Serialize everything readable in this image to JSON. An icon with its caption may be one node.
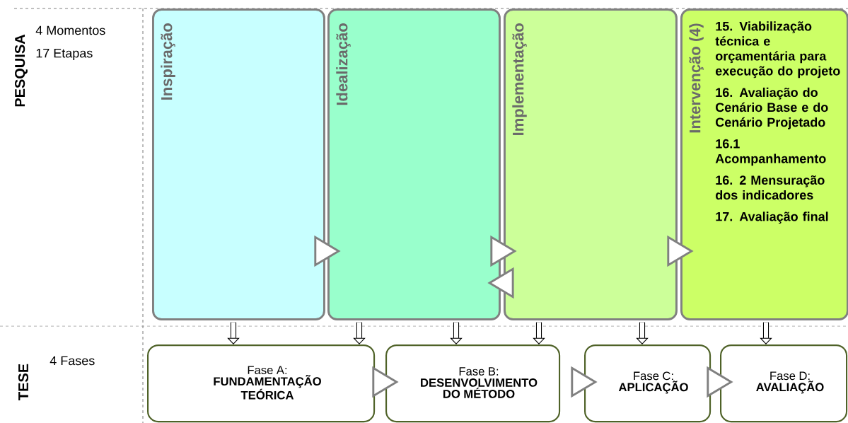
{
  "diagram": {
    "nodes": [
      {
        "text": [
          "Inspiração"
        ]
      },
      {
        "text": [
          "Idealização"
        ]
      },
      {
        "text": [
          "Implementação"
        ]
      },
      {
        "text": [
          "Intervenção (4)",
          "15. Viabilização técnica e orçamentária para execução do projeto",
          "16. Avaliação do Cenário Base e do Cenário Projetado",
          "16.1 Acompanhamento",
          "16. 2 Mensuração dos indicadores",
          "17. Avaliação final"
        ]
      },
      {
        "text": [
          "Fase A:",
          "FUNDAMENTAÇÃO TEÓRICA"
        ]
      },
      {
        "text": [
          "Fase B:",
          "DESENVOLVIMENTO DO MÉTODO"
        ]
      },
      {
        "text": [
          "Fase C:",
          "APLICAÇÃO"
        ]
      },
      {
        "text": [
          "Fase D:",
          "AVALIAÇÃO"
        ]
      }
    ],
    "edges": [
      {
        "from": 0,
        "to": 1,
        "arrow": "to",
        "color": "#808080"
      },
      {
        "from": 1,
        "to": 2,
        "arrow": "to",
        "color": "#808080"
      },
      {
        "from": 2,
        "to": 1,
        "arrow": "to",
        "color": "#808080"
      },
      {
        "from": 2,
        "to": 3,
        "arrow": "to",
        "color": "#808080"
      },
      {
        "from": 0,
        "to": 4,
        "arrow": "to",
        "color": "#000000"
      },
      {
        "from": 1,
        "to": 4,
        "arrow": "to",
        "color": "#000000"
      },
      {
        "from": 1,
        "to": 5,
        "arrow": "to",
        "color": "#000000"
      },
      {
        "from": 2,
        "to": 5,
        "arrow": "to",
        "color": "#000000"
      },
      {
        "from": 2,
        "to": 6,
        "arrow": "to",
        "color": "#000000"
      },
      {
        "from": 3,
        "to": 7,
        "arrow": "to",
        "color": "#000000"
      },
      {
        "from": 4,
        "to": 5,
        "arrow": "to",
        "color": "#808080"
      },
      {
        "from": 5,
        "to": 6,
        "arrow": "to",
        "color": "#808080"
      },
      {
        "from": 6,
        "to": 7,
        "arrow": "to",
        "color": "#808080"
      }
    ],
    "labels": [
      "PESQUISA",
      "4 Momentos",
      "17 Etapas",
      "TESE",
      "4 Fases"
    ]
  }
}
